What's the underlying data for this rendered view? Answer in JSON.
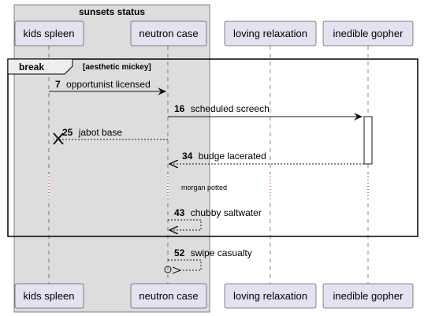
{
  "group": {
    "title": "sunsets status"
  },
  "participants": [
    {
      "id": "kids",
      "label": "kids spleen"
    },
    {
      "id": "neutron",
      "label": "neutron case"
    },
    {
      "id": "loving",
      "label": "loving relaxation"
    },
    {
      "id": "gopher",
      "label": "inedible gopher"
    }
  ],
  "fragment": {
    "keyword": "break",
    "condition": "[aesthetic mickey]"
  },
  "messages": [
    {
      "num": "7",
      "text": "opportunist licensed",
      "from": "kids",
      "to": "neutron",
      "style": "solid"
    },
    {
      "num": "16",
      "text": "scheduled screech",
      "from": "neutron",
      "to": "gopher",
      "style": "solid"
    },
    {
      "num": "25",
      "text": "jabot base",
      "from": "neutron",
      "to": "kids",
      "style": "dashed-destroy"
    },
    {
      "num": "34",
      "text": "budge lacerated",
      "from": "gopher",
      "to": "neutron",
      "style": "dashed"
    },
    {
      "num": "43",
      "text": "chubby saltwater",
      "from": "neutron",
      "to": "neutron",
      "style": "dashed-self"
    },
    {
      "num": "52",
      "text": "swipe casualty",
      "from": "neutron",
      "to": "neutron",
      "style": "dashed-self-lost"
    }
  ],
  "delay": {
    "text": "morgan potted"
  },
  "colors": {
    "group_fill": "#dddddd",
    "participant_fill": "#e2e2f0",
    "participant_stroke": "#181818",
    "activation_fill": "#ffffff",
    "line": "#181818"
  }
}
